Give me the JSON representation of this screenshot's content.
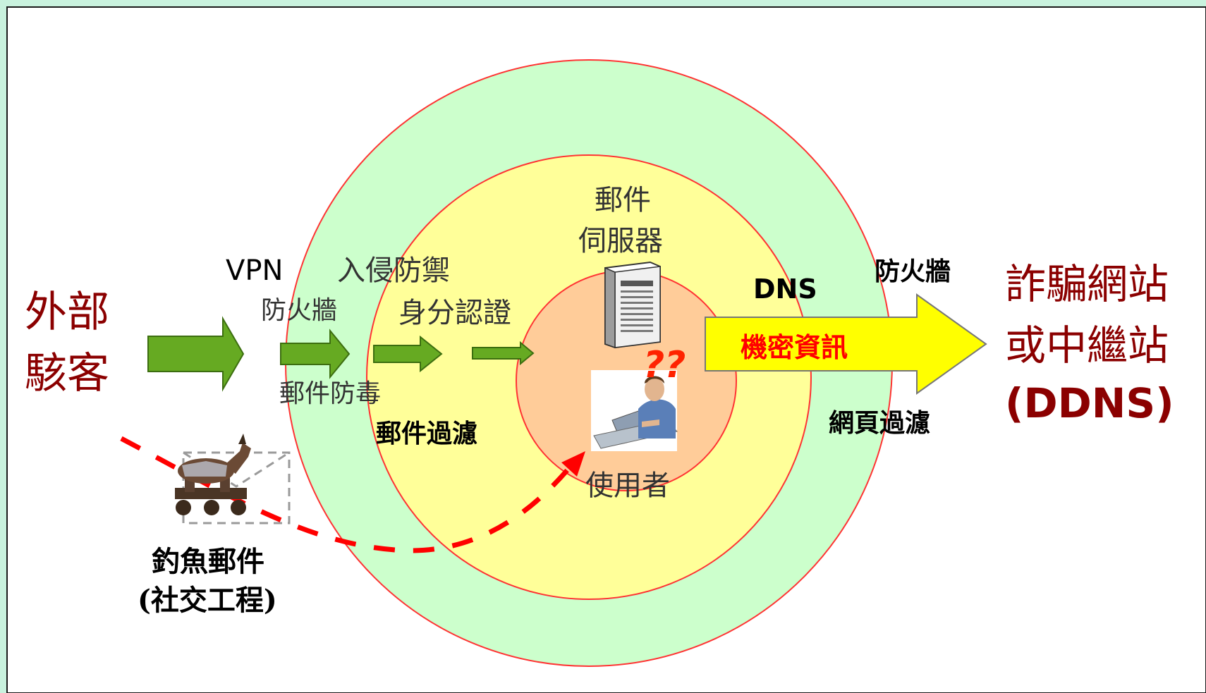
{
  "outer_label": {
    "line1": "外部",
    "line2": "駭客"
  },
  "layer_outer": {
    "vpn": "VPN",
    "firewall": "防火牆",
    "mail_antivirus": "郵件防毒",
    "intrusion_prevention": "入侵防禦",
    "authentication": "身分認證"
  },
  "layer_middle": {
    "mail_server_line1": "郵件",
    "mail_server_line2": "伺服器",
    "mail_filter": "郵件過濾",
    "dns": "DNS",
    "firewall_right": "防火牆",
    "web_filter": "網頁過濾"
  },
  "layer_inner": {
    "user": "使用者",
    "question": "??"
  },
  "arrow_label": "機密資訊",
  "target_label": {
    "line1": "詐騙網站",
    "line2": "或中繼站",
    "line3": "(DDNS)"
  },
  "phishing_label": {
    "line1": "釣魚郵件",
    "line2": "(社交工程)"
  },
  "colors": {
    "background": "#c9f2de",
    "frame": "#ffffff",
    "outer_ring": "#ccffcc",
    "middle_ring": "#ffff99",
    "inner_ring": "#ffcc99",
    "ring_stroke": "#ff3333",
    "green_arrow": "#66aa22",
    "yellow_arrow": "#ffff00",
    "dark_red": "#8b0000",
    "dashed_red": "#ff0000"
  },
  "icons": {
    "server": "server-tower-icon",
    "user": "user-at-laptop-icon",
    "trojan": "trojan-horse-icon",
    "envelope": "dashed-envelope-icon"
  }
}
